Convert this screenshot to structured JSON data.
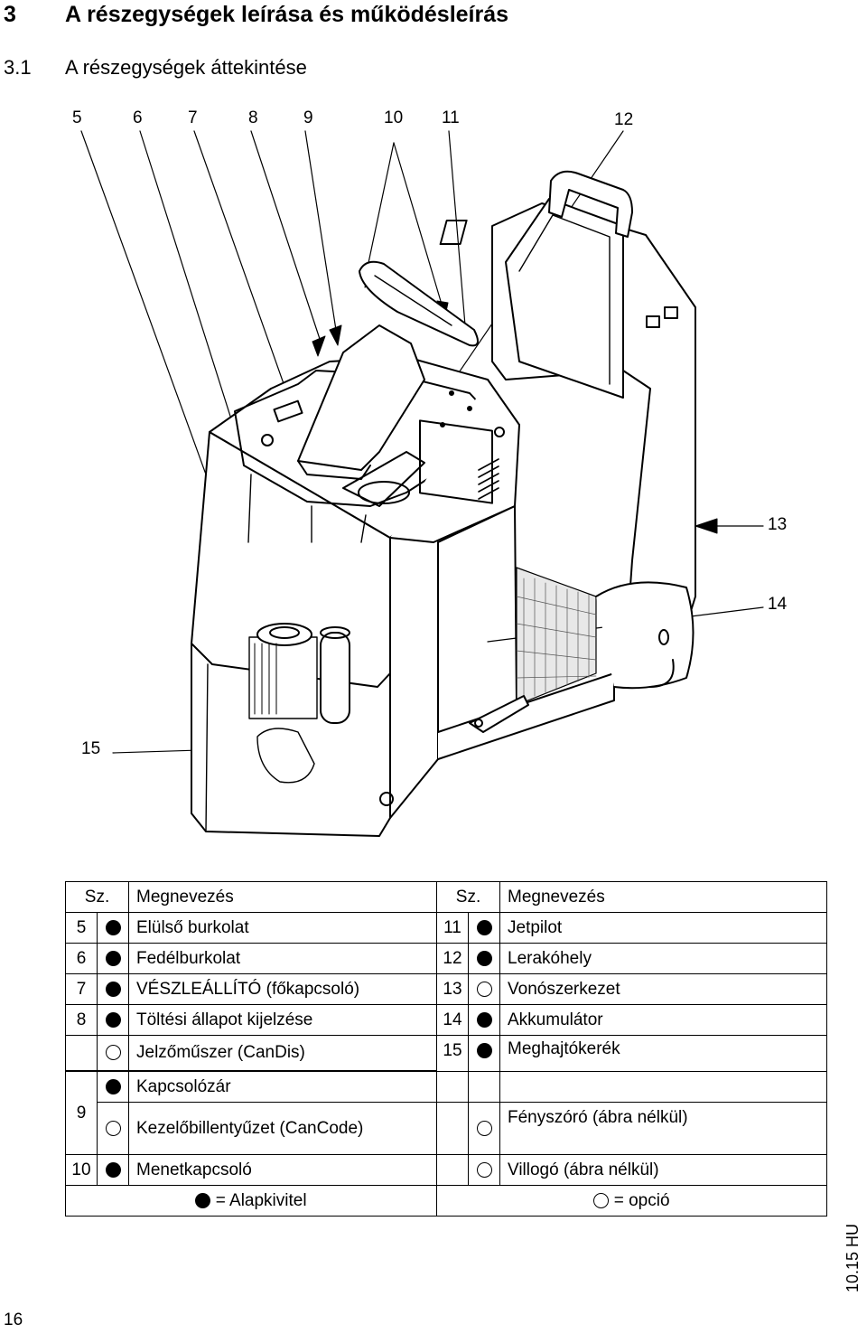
{
  "heading": {
    "number": "3",
    "title": "A részegységek leírása és működésleírás"
  },
  "subheading": {
    "number": "3.1",
    "title": "A részegységek áttekintése"
  },
  "callouts": {
    "c5": "5",
    "c6": "6",
    "c7": "7",
    "c8": "8",
    "c9": "9",
    "c10": "10",
    "c11": "11",
    "c12": "12",
    "c13": "13",
    "c14": "14",
    "c15": "15"
  },
  "table": {
    "header": {
      "no": "Sz.",
      "name": "Megnevezés",
      "no2": "Sz.",
      "name2": "Megnevezés"
    },
    "rows": [
      {
        "no": "5",
        "name": "Elülső burkolat",
        "no2": "11",
        "name2": "Jetpilot"
      },
      {
        "no": "6",
        "name": "Fedélburkolat",
        "no2": "12",
        "name2": "Lerakóhely"
      },
      {
        "no": "7",
        "name": "VÉSZLEÁLLÍTÓ (főkapcsoló)",
        "no2": "13",
        "name2": "Vonószerkezet"
      },
      {
        "no": "8",
        "name": "Töltési állapot kijelzése",
        "no2": "14",
        "name2": "Akkumulátor"
      },
      {
        "no": "",
        "name": "Jelzőműszer (CanDis)",
        "no2": "15",
        "name2": "Meghajtókerék"
      },
      {
        "no": "9",
        "name": "Kapcsolózár",
        "no2": "",
        "name2": ""
      },
      {
        "no": "",
        "name": "Kezelőbillentyűzet (CanCode)",
        "no2": "",
        "name2": "Fényszóró (ábra nélkül)"
      },
      {
        "no": "10",
        "name": "Menetkapcsoló",
        "no2": "",
        "name2": "Villogó (ábra nélkül)"
      }
    ],
    "footer": {
      "standard": "= Alapkivitel",
      "option": "= opció"
    }
  },
  "side_label": "10.15 HU",
  "page_number": "16"
}
